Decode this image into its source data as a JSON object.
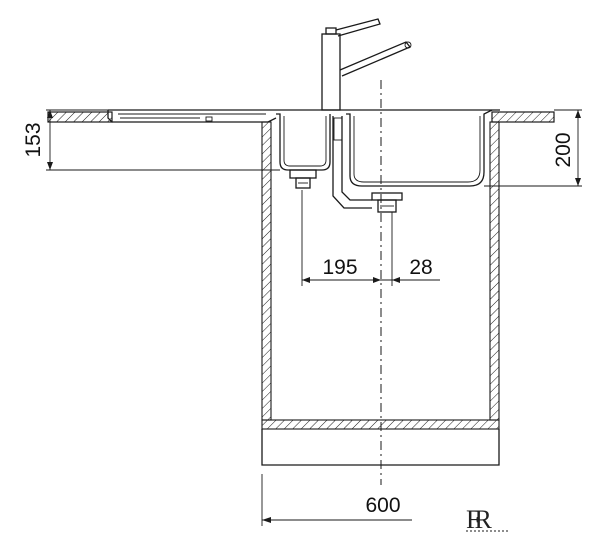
{
  "diagram": {
    "dimensions": {
      "countertop_to_small_bowl_bottom": "153",
      "countertop_to_large_bowl_bottom": "200",
      "drain_offset_left": "195",
      "drain_offset_right": "28",
      "cabinet_width": "600"
    },
    "logo_text": "FR",
    "colors": {
      "line": "#1a1a1a",
      "background": "#ffffff"
    }
  }
}
